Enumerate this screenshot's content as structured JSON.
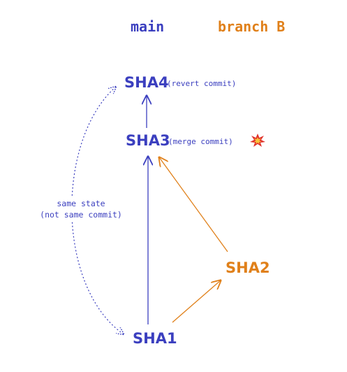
{
  "headers": {
    "main": "main",
    "branch_b": "branch B"
  },
  "nodes": {
    "sha4": {
      "label": "SHA4",
      "note": "(revert commit)"
    },
    "sha3": {
      "label": "SHA3",
      "note": "(merge commit)"
    },
    "sha2": {
      "label": "SHA2"
    },
    "sha1": {
      "label": "SHA1"
    }
  },
  "side_note": {
    "line1": "same state",
    "line2": "(not same commit)"
  },
  "marker": {
    "name": "collision-icon"
  },
  "colors": {
    "main": "#3b3fbf",
    "branch_b": "#e0801a",
    "background": "#ffffff",
    "explosion_red": "#e0302a",
    "explosion_yellow": "#f7c23a"
  }
}
